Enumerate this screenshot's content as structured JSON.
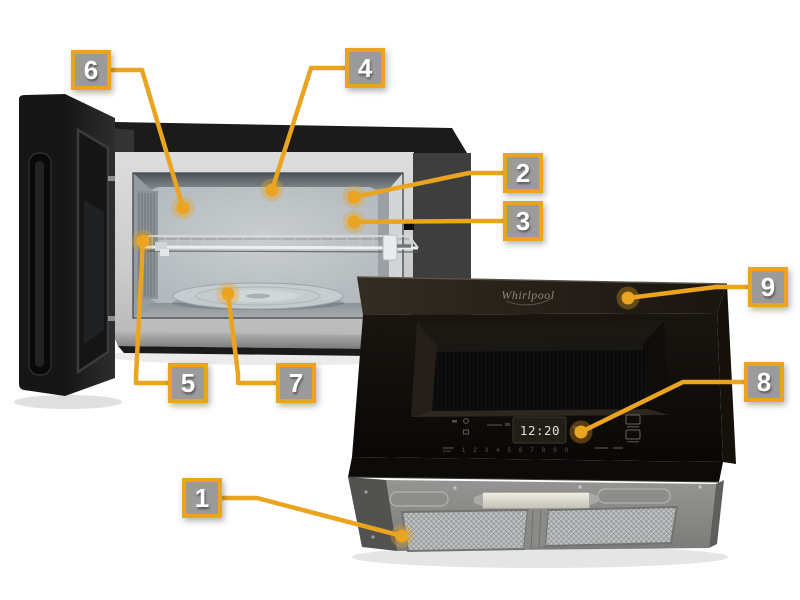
{
  "diagram": {
    "accent_color": "#EAA41F",
    "label_bg_color": "#9B9B9B",
    "label_text_color": "#FFFFFF",
    "callouts": [
      {
        "number": "1"
      },
      {
        "number": "2"
      },
      {
        "number": "3"
      },
      {
        "number": "4"
      },
      {
        "number": "5"
      },
      {
        "number": "6"
      },
      {
        "number": "7"
      },
      {
        "number": "8"
      },
      {
        "number": "9"
      }
    ],
    "closed_unit": {
      "brand": "Whirlpool",
      "display_time": "12:20",
      "keypad_row": "1 2 3 4 5 6 7 8 9 0"
    }
  }
}
